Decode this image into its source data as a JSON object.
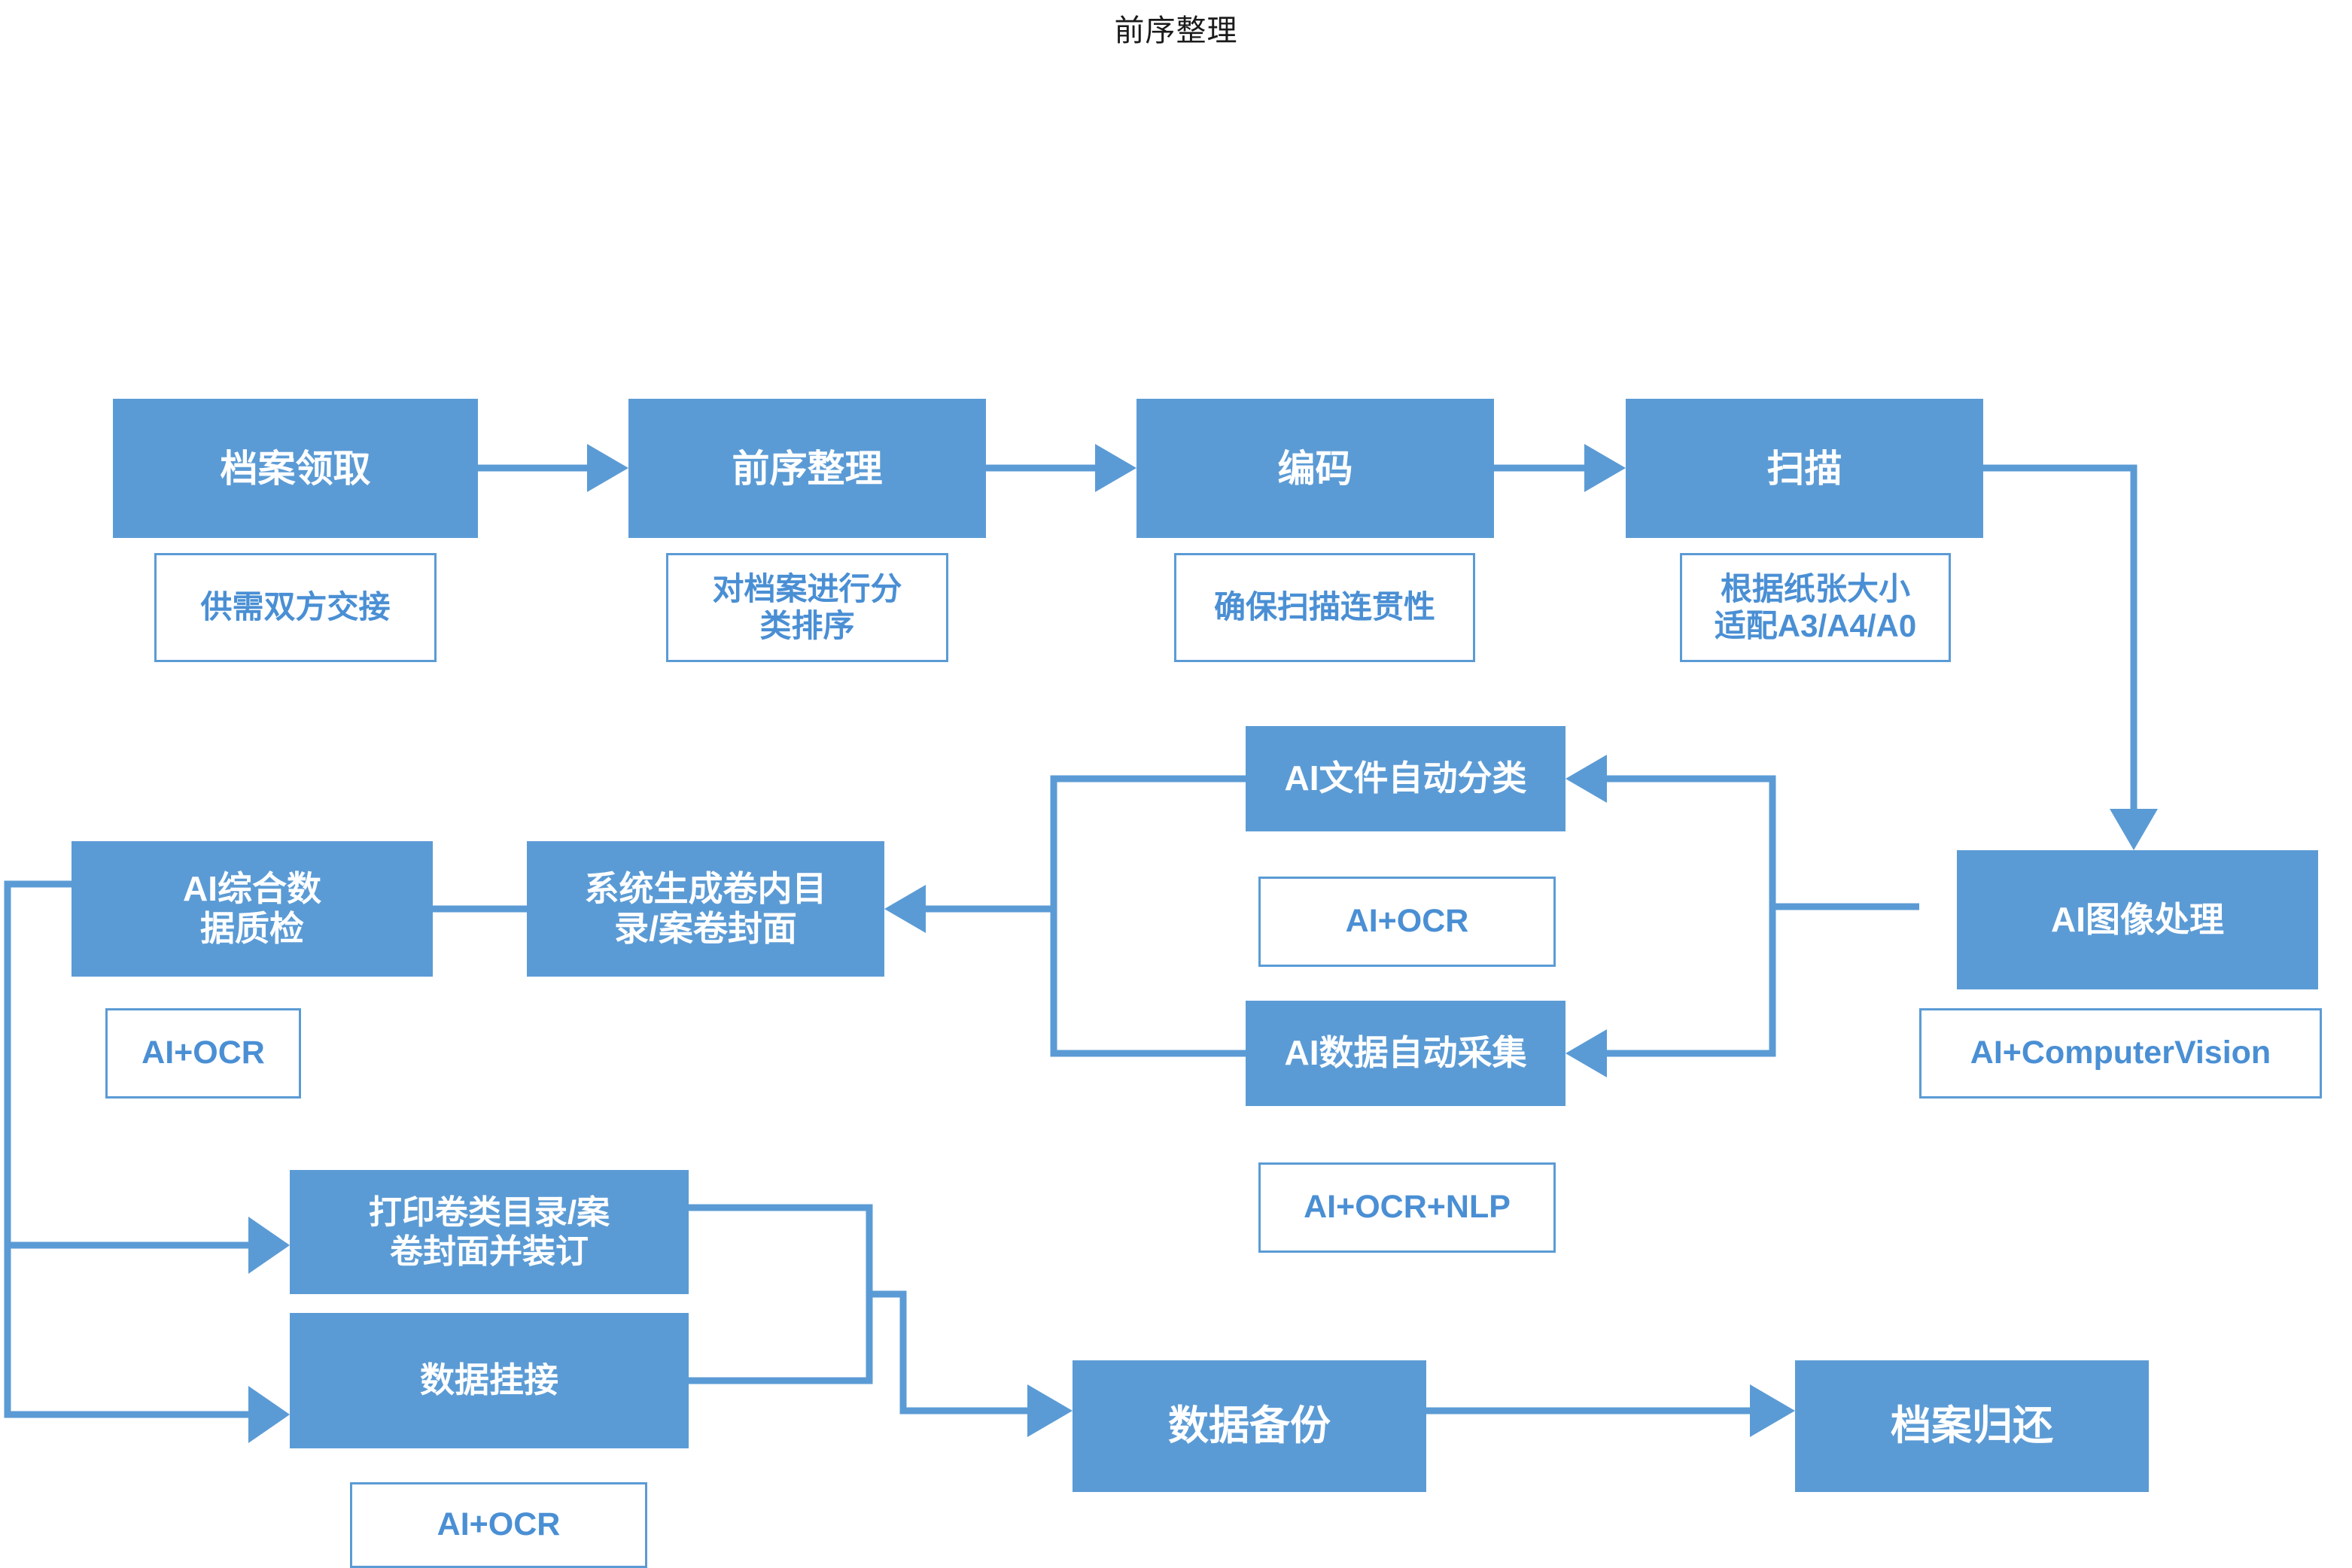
{
  "diagram": {
    "title": "前序整理",
    "colors": {
      "node_fill": "#5b9bd5",
      "node_text": "#ffffff",
      "note_text": "#4a8fd4",
      "note_border": "#5b9bd5",
      "connector": "#5b9bd5",
      "background": "#ffffff",
      "title_text": "#1a1a1a"
    },
    "nodes": {
      "n1": {
        "label": "档案领取"
      },
      "n2": {
        "label": "前序整理"
      },
      "n3": {
        "label": "编码"
      },
      "n4": {
        "label": "扫描"
      },
      "n5": {
        "label": "AI图像处理"
      },
      "n6": {
        "label": "AI文件自动分类"
      },
      "n7": {
        "label": "AI数据自动采集"
      },
      "n8": {
        "label": "系统生成卷内目\n录/案卷封面"
      },
      "n9": {
        "label": "AI综合数\n据质检"
      },
      "n10": {
        "label": "打印卷类目录/案\n卷封面并装订"
      },
      "n11": {
        "label": "数据挂接"
      },
      "n12": {
        "label": "数据备份"
      },
      "n13": {
        "label": "档案归还"
      }
    },
    "notes": {
      "a1": {
        "text": "供需双方交接"
      },
      "a2": {
        "text": "对档案进行分\n类排序"
      },
      "a3": {
        "text": "确保扫描连贯性"
      },
      "a4": {
        "text": "根据纸张大小\n适配A3/A4/A0"
      },
      "a5": {
        "text": "AI+ComputerVision"
      },
      "a6": {
        "text": "AI+OCR"
      },
      "a7": {
        "text": "AI+OCR+NLP"
      },
      "a8": {
        "text": "AI+OCR"
      },
      "a9": {
        "text": "AI+OCR"
      }
    },
    "flow_sequence": [
      "档案领取",
      "前序整理",
      "编码",
      "扫描",
      "AI图像处理",
      "AI文件自动分类",
      "AI数据自动采集",
      "系统生成卷内目录/案卷封面",
      "AI综合数据质检",
      "打印卷类目录/案卷封面并装订",
      "数据挂接",
      "数据备份",
      "档案归还"
    ]
  }
}
